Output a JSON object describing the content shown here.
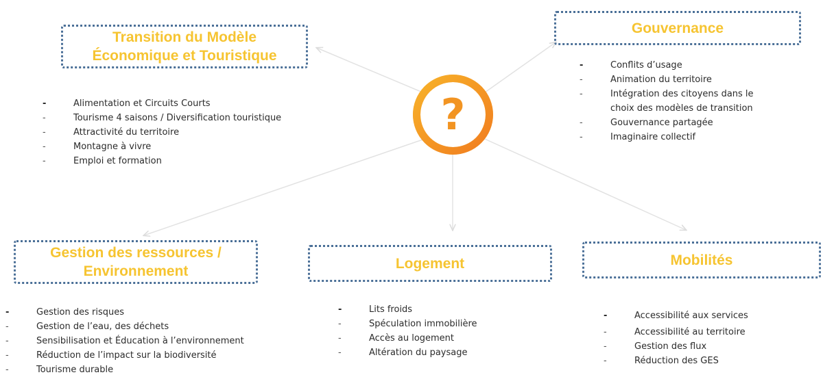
{
  "center": {
    "icon": "question-mark-icon",
    "glyph": "?",
    "color": "#f29422"
  },
  "colors": {
    "title": "#f6c431",
    "border": "#4a6f97",
    "text": "#2b2b2b",
    "connector": "#dcdcdc"
  },
  "topics": {
    "transition": {
      "title_line1": "Transition du Modèle",
      "title_line2": "Économique et Touristique",
      "items": [
        "Alimentation et Circuits Courts",
        "Tourisme 4 saisons / Diversification touristique",
        "Attractivité du territoire",
        "Montagne à vivre",
        "Emploi et formation"
      ]
    },
    "gouvernance": {
      "title": "Gouvernance",
      "items": [
        "Conflits d’usage",
        "Animation du territoire",
        "Intégration des citoyens dans le",
        "choix des modèles de transition",
        "Gouvernance partagée",
        "Imaginaire collectif"
      ]
    },
    "ressources": {
      "title_line1": "Gestion des ressources /",
      "title_line2": "Environnement",
      "items": [
        "Gestion des risques",
        "Gestion de l’eau, des déchets",
        "Sensibilisation et Éducation à l’environnement",
        "Réduction de l’impact sur la biodiversité",
        "Tourisme durable"
      ]
    },
    "logement": {
      "title": "Logement",
      "items": [
        "Lits froids",
        "Spéculation immobilière",
        "Accès au logement",
        "Altération du paysage"
      ]
    },
    "mobilites": {
      "title": "Mobilités",
      "items": [
        "Accessibilité aux services",
        "Accessibilité au territoire",
        "Gestion des flux",
        "Réduction des GES"
      ]
    }
  }
}
